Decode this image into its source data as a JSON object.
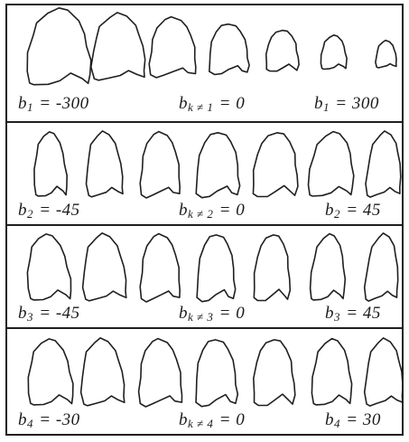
{
  "figure": {
    "rows": [
      {
        "mode": "1",
        "labels": [
          {
            "sym": "b",
            "sub": "1",
            "eq": "=",
            "val": "-300"
          },
          {
            "sym": "b",
            "sub": "k ≠ 1",
            "eq": "=",
            "val": "0"
          },
          {
            "sym": "b",
            "sub": "1",
            "eq": "=",
            "val": "300"
          }
        ]
      },
      {
        "mode": "2",
        "labels": [
          {
            "sym": "b",
            "sub": "2",
            "eq": "=",
            "val": "-45"
          },
          {
            "sym": "b",
            "sub": "k ≠ 2",
            "eq": "=",
            "val": "0"
          },
          {
            "sym": "b",
            "sub": "2",
            "eq": "=",
            "val": "45"
          }
        ]
      },
      {
        "mode": "3",
        "labels": [
          {
            "sym": "b",
            "sub": "3",
            "eq": "=",
            "val": "-45"
          },
          {
            "sym": "b",
            "sub": "k ≠ 3",
            "eq": "=",
            "val": "0"
          },
          {
            "sym": "b",
            "sub": "3",
            "eq": "=",
            "val": "45"
          }
        ]
      },
      {
        "mode": "4",
        "labels": [
          {
            "sym": "b",
            "sub": "4",
            "eq": "=",
            "val": "-30"
          },
          {
            "sym": "b",
            "sub": "k ≠ 4",
            "eq": "=",
            "val": "0"
          },
          {
            "sym": "b",
            "sub": "4",
            "eq": "=",
            "val": "30"
          }
        ]
      }
    ],
    "shapes_per_row": 7,
    "colors": {
      "stroke": "#1f1f1f",
      "background": "#ffffff"
    }
  }
}
